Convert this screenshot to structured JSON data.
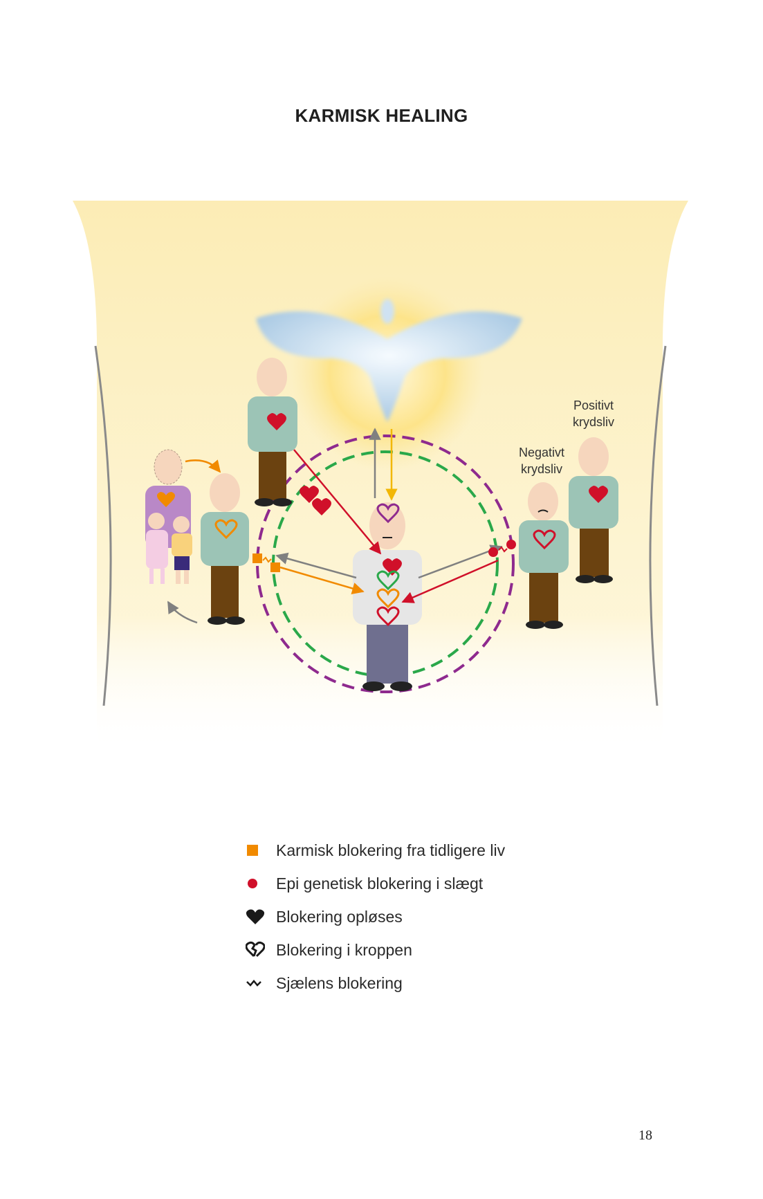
{
  "page": {
    "title": "KARMISK HEALING",
    "page_number": "18"
  },
  "diagram": {
    "labels": {
      "positive_line1": "Positivt",
      "positive_line2": "krydsliv",
      "negative_line1": "Negativt",
      "negative_line2": "krydsliv"
    },
    "colors": {
      "purple_ring": "#8e2a8e",
      "green_ring": "#2aa84a",
      "red": "#d0102a",
      "orange": "#f18a00",
      "grey_arrow": "#808080",
      "yellow_arrow": "#f2b705",
      "shirt_teal": "#9cc4b6",
      "pants_brown": "#6b4210",
      "glow": "#fbe9a8"
    }
  },
  "legend": {
    "items": [
      {
        "icon": "orange-square-icon",
        "label": "Karmisk blokering fra tidligere liv"
      },
      {
        "icon": "red-dot-icon",
        "label": "Epi genetisk blokering i slægt"
      },
      {
        "icon": "black-heart-icon",
        "label": "Blokering opløses"
      },
      {
        "icon": "broken-heart-icon",
        "label": "Blokering i kroppen"
      },
      {
        "icon": "wavy-line-icon",
        "label": "Sjælens blokering"
      }
    ]
  }
}
